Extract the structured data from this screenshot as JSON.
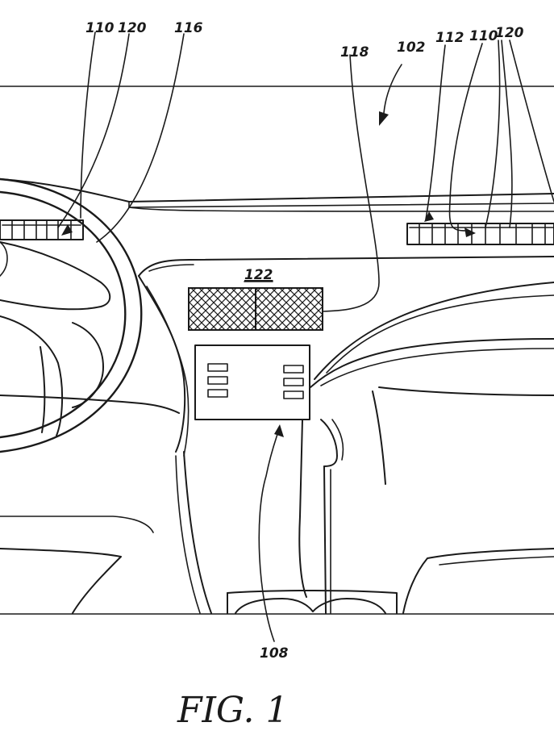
{
  "figure": {
    "caption": "FIG. 1",
    "labels": {
      "l110_left": "110",
      "l120_left": "120",
      "l116": "116",
      "l118": "118",
      "l102": "102",
      "l112": "112",
      "l110_right": "110",
      "l120_right": "120",
      "l122": "122",
      "l108": "108"
    }
  }
}
